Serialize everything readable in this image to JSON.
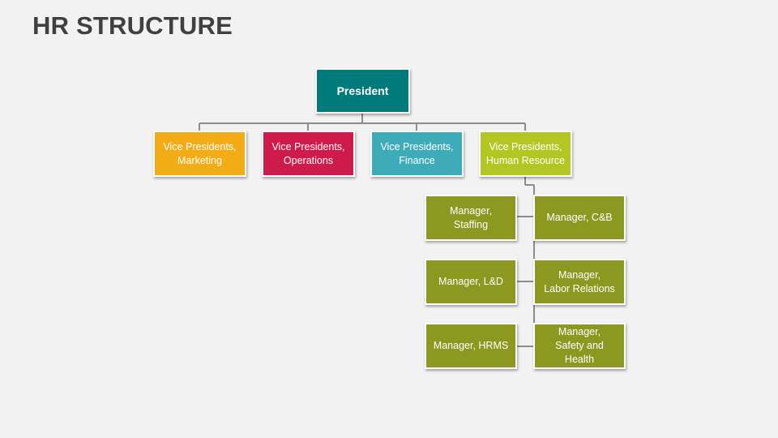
{
  "title": "HR STRUCTURE",
  "colors": {
    "president": "#007a7a",
    "vp_marketing": "#f2ac16",
    "vp_operations": "#cf1a4c",
    "vp_finance": "#3eabb9",
    "vp_hr": "#b3c622",
    "manager": "#8c9820",
    "connector": "#8c8c8c"
  },
  "president": {
    "label": "President"
  },
  "vps": [
    {
      "label": "Vice Presidents,\nMarketing"
    },
    {
      "label": "Vice Presidents,\nOperations"
    },
    {
      "label": "Vice Presidents,\nFinance"
    },
    {
      "label": "Vice Presidents,\nHuman Resource"
    }
  ],
  "managers": [
    {
      "label": "Manager,\nStaffing"
    },
    {
      "label": "Manager, C&B"
    },
    {
      "label": "Manager, L&D"
    },
    {
      "label": "Manager,\nLabor Relations"
    },
    {
      "label": "Manager, HRMS"
    },
    {
      "label": "Manager,\nSafety and\nHealth"
    }
  ]
}
